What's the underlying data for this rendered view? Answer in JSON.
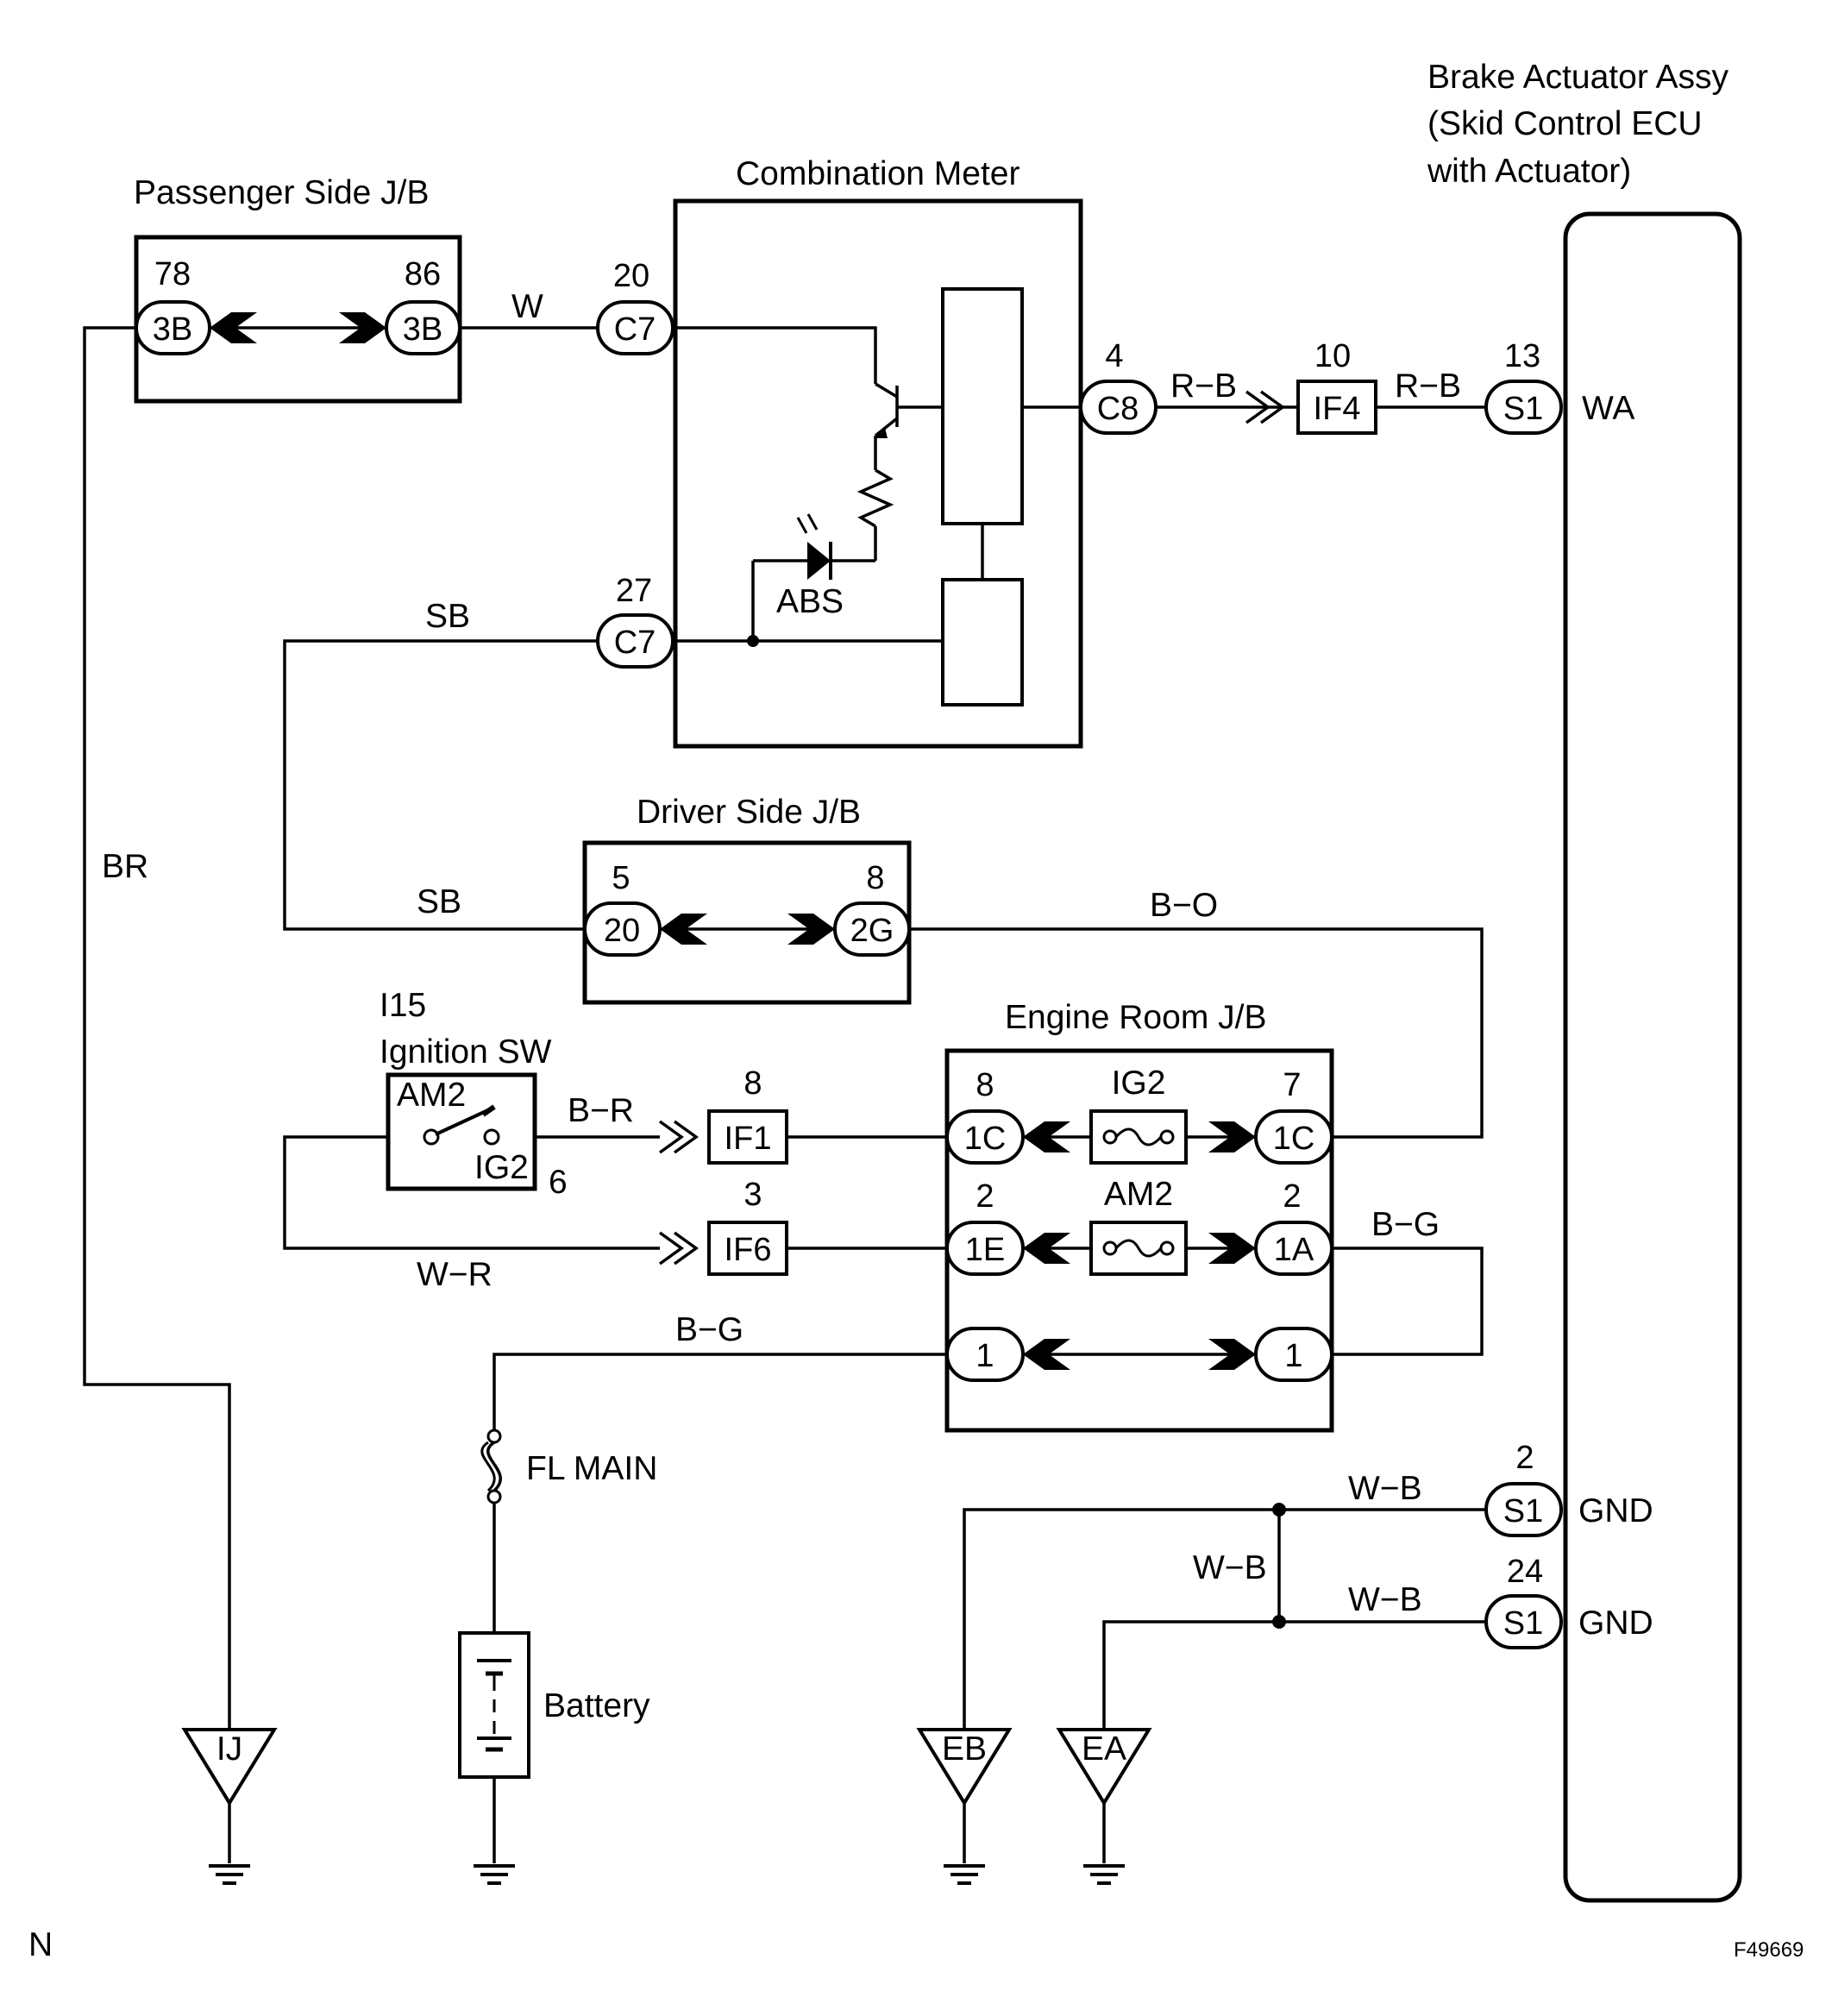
{
  "components": {
    "passenger_jb": "Passenger Side J/B",
    "combination_meter": "Combination Meter",
    "brake_actuator": [
      "Brake Actuator Assy",
      "(Skid Control ECU",
      "with Actuator)"
    ],
    "driver_jb": "Driver Side J/B",
    "engine_room_jb": "Engine Room J/B",
    "ignition_sw_code": "I15",
    "ignition_sw": "Ignition SW",
    "fl_main": "FL MAIN",
    "battery": "Battery",
    "abs_lamp": "ABS"
  },
  "wires": {
    "w": "W",
    "rb": "R−B",
    "sb": "SB",
    "br": "BR",
    "bo": "B−O",
    "br2": "B−R",
    "wr": "W−R",
    "bg": "B−G",
    "wb": "W−B"
  },
  "connectors": {
    "pj_left": {
      "pin": "78",
      "code": "3B"
    },
    "pj_right": {
      "pin": "86",
      "code": "3B"
    },
    "cm_top": {
      "pin": "20",
      "code": "C7"
    },
    "cm_mid": {
      "pin": "27",
      "code": "C7"
    },
    "cm_out": {
      "pin": "4",
      "code": "C8"
    },
    "if4": {
      "pin": "10",
      "code": "IF4"
    },
    "s1_wa": {
      "pin": "13",
      "code": "S1",
      "terminal": "WA"
    },
    "dj_left": {
      "pin": "5",
      "code": "20"
    },
    "dj_right": {
      "pin": "8",
      "code": "2G"
    },
    "if1": {
      "pin": "8",
      "code": "IF1"
    },
    "if6": {
      "pin": "3",
      "code": "IF6"
    },
    "er_1c_left": {
      "pin": "8",
      "code": "1C"
    },
    "er_1c_right": {
      "pin": "7",
      "code": "1C"
    },
    "er_1e": {
      "pin": "2",
      "code": "1E"
    },
    "er_1a": {
      "pin": "2",
      "code": "1A"
    },
    "er_1_left": {
      "code": "1"
    },
    "er_1_right": {
      "code": "1"
    },
    "s1_gnd1": {
      "pin": "2",
      "code": "S1",
      "terminal": "GND"
    },
    "s1_gnd2": {
      "pin": "24",
      "code": "S1",
      "terminal": "GND"
    }
  },
  "fuses": {
    "ig2": "IG2",
    "am2": "AM2"
  },
  "switch": {
    "am2": "AM2",
    "ig2": "IG2",
    "pin": "6"
  },
  "grounds": {
    "ij": "IJ",
    "eb": "EB",
    "ea": "EA"
  },
  "footer": {
    "left": "N",
    "right": "F49669"
  },
  "colors": {
    "line": "#000000",
    "background": "#ffffff"
  }
}
